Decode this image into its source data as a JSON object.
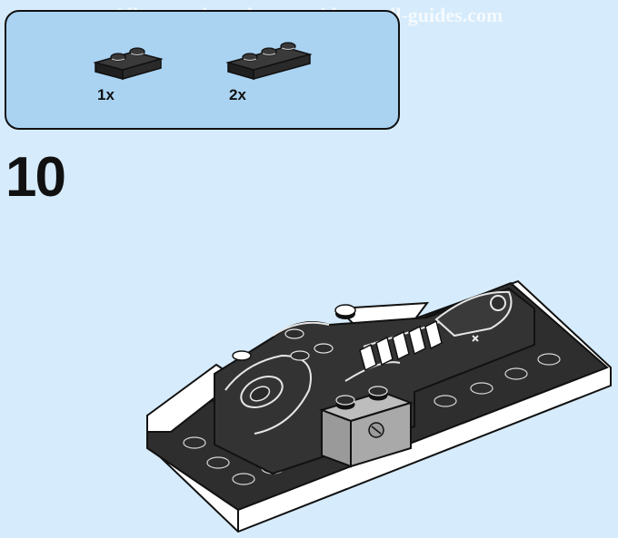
{
  "watermark": "All manuals and user guides at all-guides.com",
  "parts_box": {
    "items": [
      {
        "part": "1x2 plate",
        "qty": "1x"
      },
      {
        "part": "1x3 plate",
        "qty": "2x"
      }
    ]
  },
  "step": {
    "number": "10"
  },
  "colors": {
    "background": "#d6ebfb",
    "parts_box": "#aad3f2",
    "brick_black": "#2c2c2c",
    "brick_gray": "#a9a9a9",
    "brick_white": "#ffffff"
  }
}
